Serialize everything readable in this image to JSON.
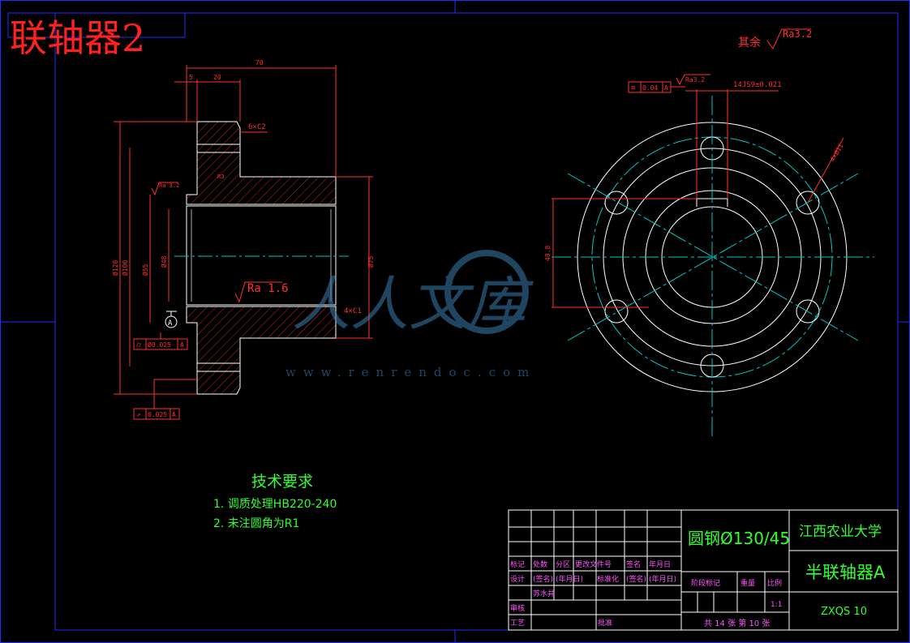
{
  "drawing_title": "联轴器2",
  "surface_default": {
    "label": "其余",
    "roughness": "Ra3.2"
  },
  "front_view": {
    "dims": {
      "total_length": "70",
      "flange_thickness": "5",
      "hub_step": "20",
      "chamfer_top": "6×C2",
      "chamfer_bottom": "4×C1",
      "bore_ra": "Ra 1.6",
      "small_ra": "Ra 3.2",
      "dia_outer": "Ø128",
      "dia_bolt": "Ø100",
      "dia_bore_tol": "Ø55",
      "dia_bore": "Ø48",
      "dia_hub": "Ø75",
      "radius": "R3"
    },
    "datum": "A",
    "runout_1": {
      "symbol": "⌭",
      "value": "Ø0.025",
      "datum": "A"
    },
    "runout_2": {
      "symbol": "↗",
      "value": "0.025",
      "datum": "A"
    }
  },
  "side_view": {
    "symmetry_frame": {
      "symbol": "≡",
      "value": "0.04",
      "datum": "A"
    },
    "key_ra": "Ra3.2",
    "key_width": "14JS9±0.021",
    "holes": "4×Ø11",
    "key_depth": "48.8"
  },
  "tech_requirements": {
    "heading": "技术要求",
    "items": [
      "1.  调质处理HB220-240",
      "2.  未注圆角为R1"
    ]
  },
  "watermark": {
    "text": "人人文库",
    "url": "www.renrendoc.com"
  },
  "title_block": {
    "material": "圆钢Ø130/45",
    "university": "江西农业大学",
    "part_name": "半联轴器A",
    "drawing_no": "ZXQS   10",
    "scale": "1:1",
    "sheets": "共 14 张 第 10 张",
    "headers": [
      "标记",
      "处数",
      "分区",
      "更改文件号",
      "签名",
      "年月日"
    ],
    "design_row": [
      "设计",
      "(签名)",
      "(年月日)",
      "标准化",
      "(签名)",
      "(年月日)"
    ],
    "designer": "苏水井",
    "stage_label": "阶段标记",
    "weight_label": "重量",
    "scale_label": "比例",
    "review": "审核",
    "process": "工艺",
    "approve": "批准"
  }
}
